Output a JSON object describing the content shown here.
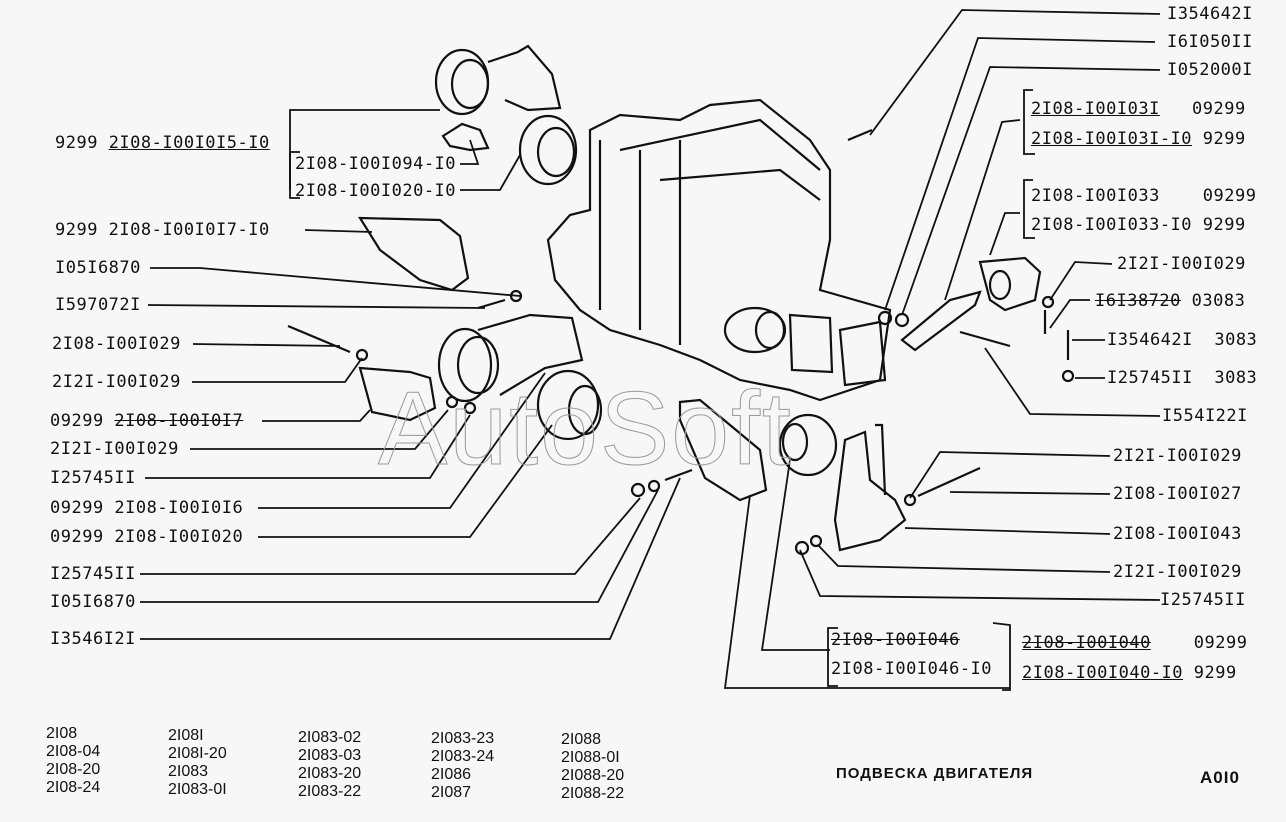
{
  "page": {
    "title": "ПОДВЕСКА ДВИГАТЕЛЯ",
    "code": "A0I0",
    "watermark": "AutoSoft"
  },
  "labels_left": [
    {
      "id": "l1",
      "parts": [
        {
          "t": "9299 "
        },
        {
          "t": "2I08-I00I0I5-I0",
          "style": "u"
        }
      ]
    },
    {
      "id": "l2",
      "parts": [
        {
          "t": "2I08-I00I094-I0"
        }
      ]
    },
    {
      "id": "l3",
      "parts": [
        {
          "t": "2I08-I00I020-I0"
        }
      ]
    },
    {
      "id": "l4",
      "parts": [
        {
          "t": "9299 2I08-I00I0I7-I0"
        }
      ]
    },
    {
      "id": "l5",
      "parts": [
        {
          "t": "I05I6870"
        }
      ]
    },
    {
      "id": "l6",
      "parts": [
        {
          "t": "I597072I"
        }
      ]
    },
    {
      "id": "l7",
      "parts": [
        {
          "t": "2I08-I00I029"
        }
      ]
    },
    {
      "id": "l8",
      "parts": [
        {
          "t": "2I2I-I00I029"
        }
      ]
    },
    {
      "id": "l9",
      "parts": [
        {
          "t": "09299 "
        },
        {
          "t": "2I08-I00I0I7",
          "style": "s"
        }
      ]
    },
    {
      "id": "l10",
      "parts": [
        {
          "t": "2I2I-I00I029"
        }
      ]
    },
    {
      "id": "l11",
      "parts": [
        {
          "t": "I25745II"
        }
      ]
    },
    {
      "id": "l12",
      "parts": [
        {
          "t": "09299 2I08-I00I0I6"
        }
      ]
    },
    {
      "id": "l13",
      "parts": [
        {
          "t": "09299 2I08-I00I020"
        }
      ]
    },
    {
      "id": "l14",
      "parts": [
        {
          "t": "I25745II"
        }
      ]
    },
    {
      "id": "l15",
      "parts": [
        {
          "t": "I05I6870"
        }
      ]
    },
    {
      "id": "l16",
      "parts": [
        {
          "t": "I3546I2I"
        }
      ]
    }
  ],
  "labels_right": [
    {
      "id": "r1",
      "parts": [
        {
          "t": "I354642I"
        }
      ]
    },
    {
      "id": "r2",
      "parts": [
        {
          "t": "I6I050II"
        }
      ]
    },
    {
      "id": "r3",
      "parts": [
        {
          "t": "I052000I"
        }
      ]
    },
    {
      "id": "r4",
      "parts": [
        {
          "t": "2I08-I00I03I",
          "style": "u"
        },
        {
          "t": "   09299"
        }
      ]
    },
    {
      "id": "r5",
      "parts": [
        {
          "t": "2I08-I00I03I-I0",
          "style": "u"
        },
        {
          "t": " 9299"
        }
      ]
    },
    {
      "id": "r6",
      "parts": [
        {
          "t": "2I08-I00I033    09299"
        }
      ]
    },
    {
      "id": "r7",
      "parts": [
        {
          "t": "2I08-I00I033-I0 9299"
        }
      ]
    },
    {
      "id": "r8",
      "parts": [
        {
          "t": "2I2I-I00I029"
        }
      ]
    },
    {
      "id": "r9",
      "parts": [
        {
          "t": "I6I38720",
          "style": "s"
        },
        {
          "t": " 03083"
        }
      ]
    },
    {
      "id": "r10",
      "parts": [
        {
          "t": "I354642I  3083"
        }
      ]
    },
    {
      "id": "r11",
      "parts": [
        {
          "t": "I25745II  3083"
        }
      ]
    },
    {
      "id": "r12",
      "parts": [
        {
          "t": "I554I22I"
        }
      ]
    },
    {
      "id": "r13",
      "parts": [
        {
          "t": "2I2I-I00I029"
        }
      ]
    },
    {
      "id": "r14",
      "parts": [
        {
          "t": "2I08-I00I027"
        }
      ]
    },
    {
      "id": "r15",
      "parts": [
        {
          "t": "2I08-I00I043"
        }
      ]
    },
    {
      "id": "r16",
      "parts": [
        {
          "t": "2I2I-I00I029"
        }
      ]
    },
    {
      "id": "r17",
      "parts": [
        {
          "t": "I25745II"
        }
      ]
    }
  ],
  "labels_bottom": [
    {
      "id": "b1",
      "parts": [
        {
          "t": "2I08-I00I046",
          "style": "s"
        }
      ]
    },
    {
      "id": "b2",
      "parts": [
        {
          "t": "2I08-I00I046-I0"
        }
      ]
    },
    {
      "id": "b3",
      "parts": [
        {
          "t": "2I08-I00I040",
          "style": "su"
        },
        {
          "t": "    09299"
        }
      ]
    },
    {
      "id": "b4",
      "parts": [
        {
          "t": "2I08-I00I040-I0",
          "style": "u"
        },
        {
          "t": " 9299"
        }
      ]
    }
  ],
  "models": [
    [
      "2I08",
      "2I08-04",
      "2I08-20",
      "2I08-24"
    ],
    [
      "2I08I",
      "2I08I-20",
      "2I083",
      "2I083-0I"
    ],
    [
      "2I083-02",
      "2I083-03",
      "2I083-20",
      "2I083-22"
    ],
    [
      "2I083-23",
      "2I083-24",
      "2I086",
      "2I087"
    ],
    [
      "2I088",
      "2I088-0I",
      "2I088-20",
      "2I088-22"
    ]
  ]
}
